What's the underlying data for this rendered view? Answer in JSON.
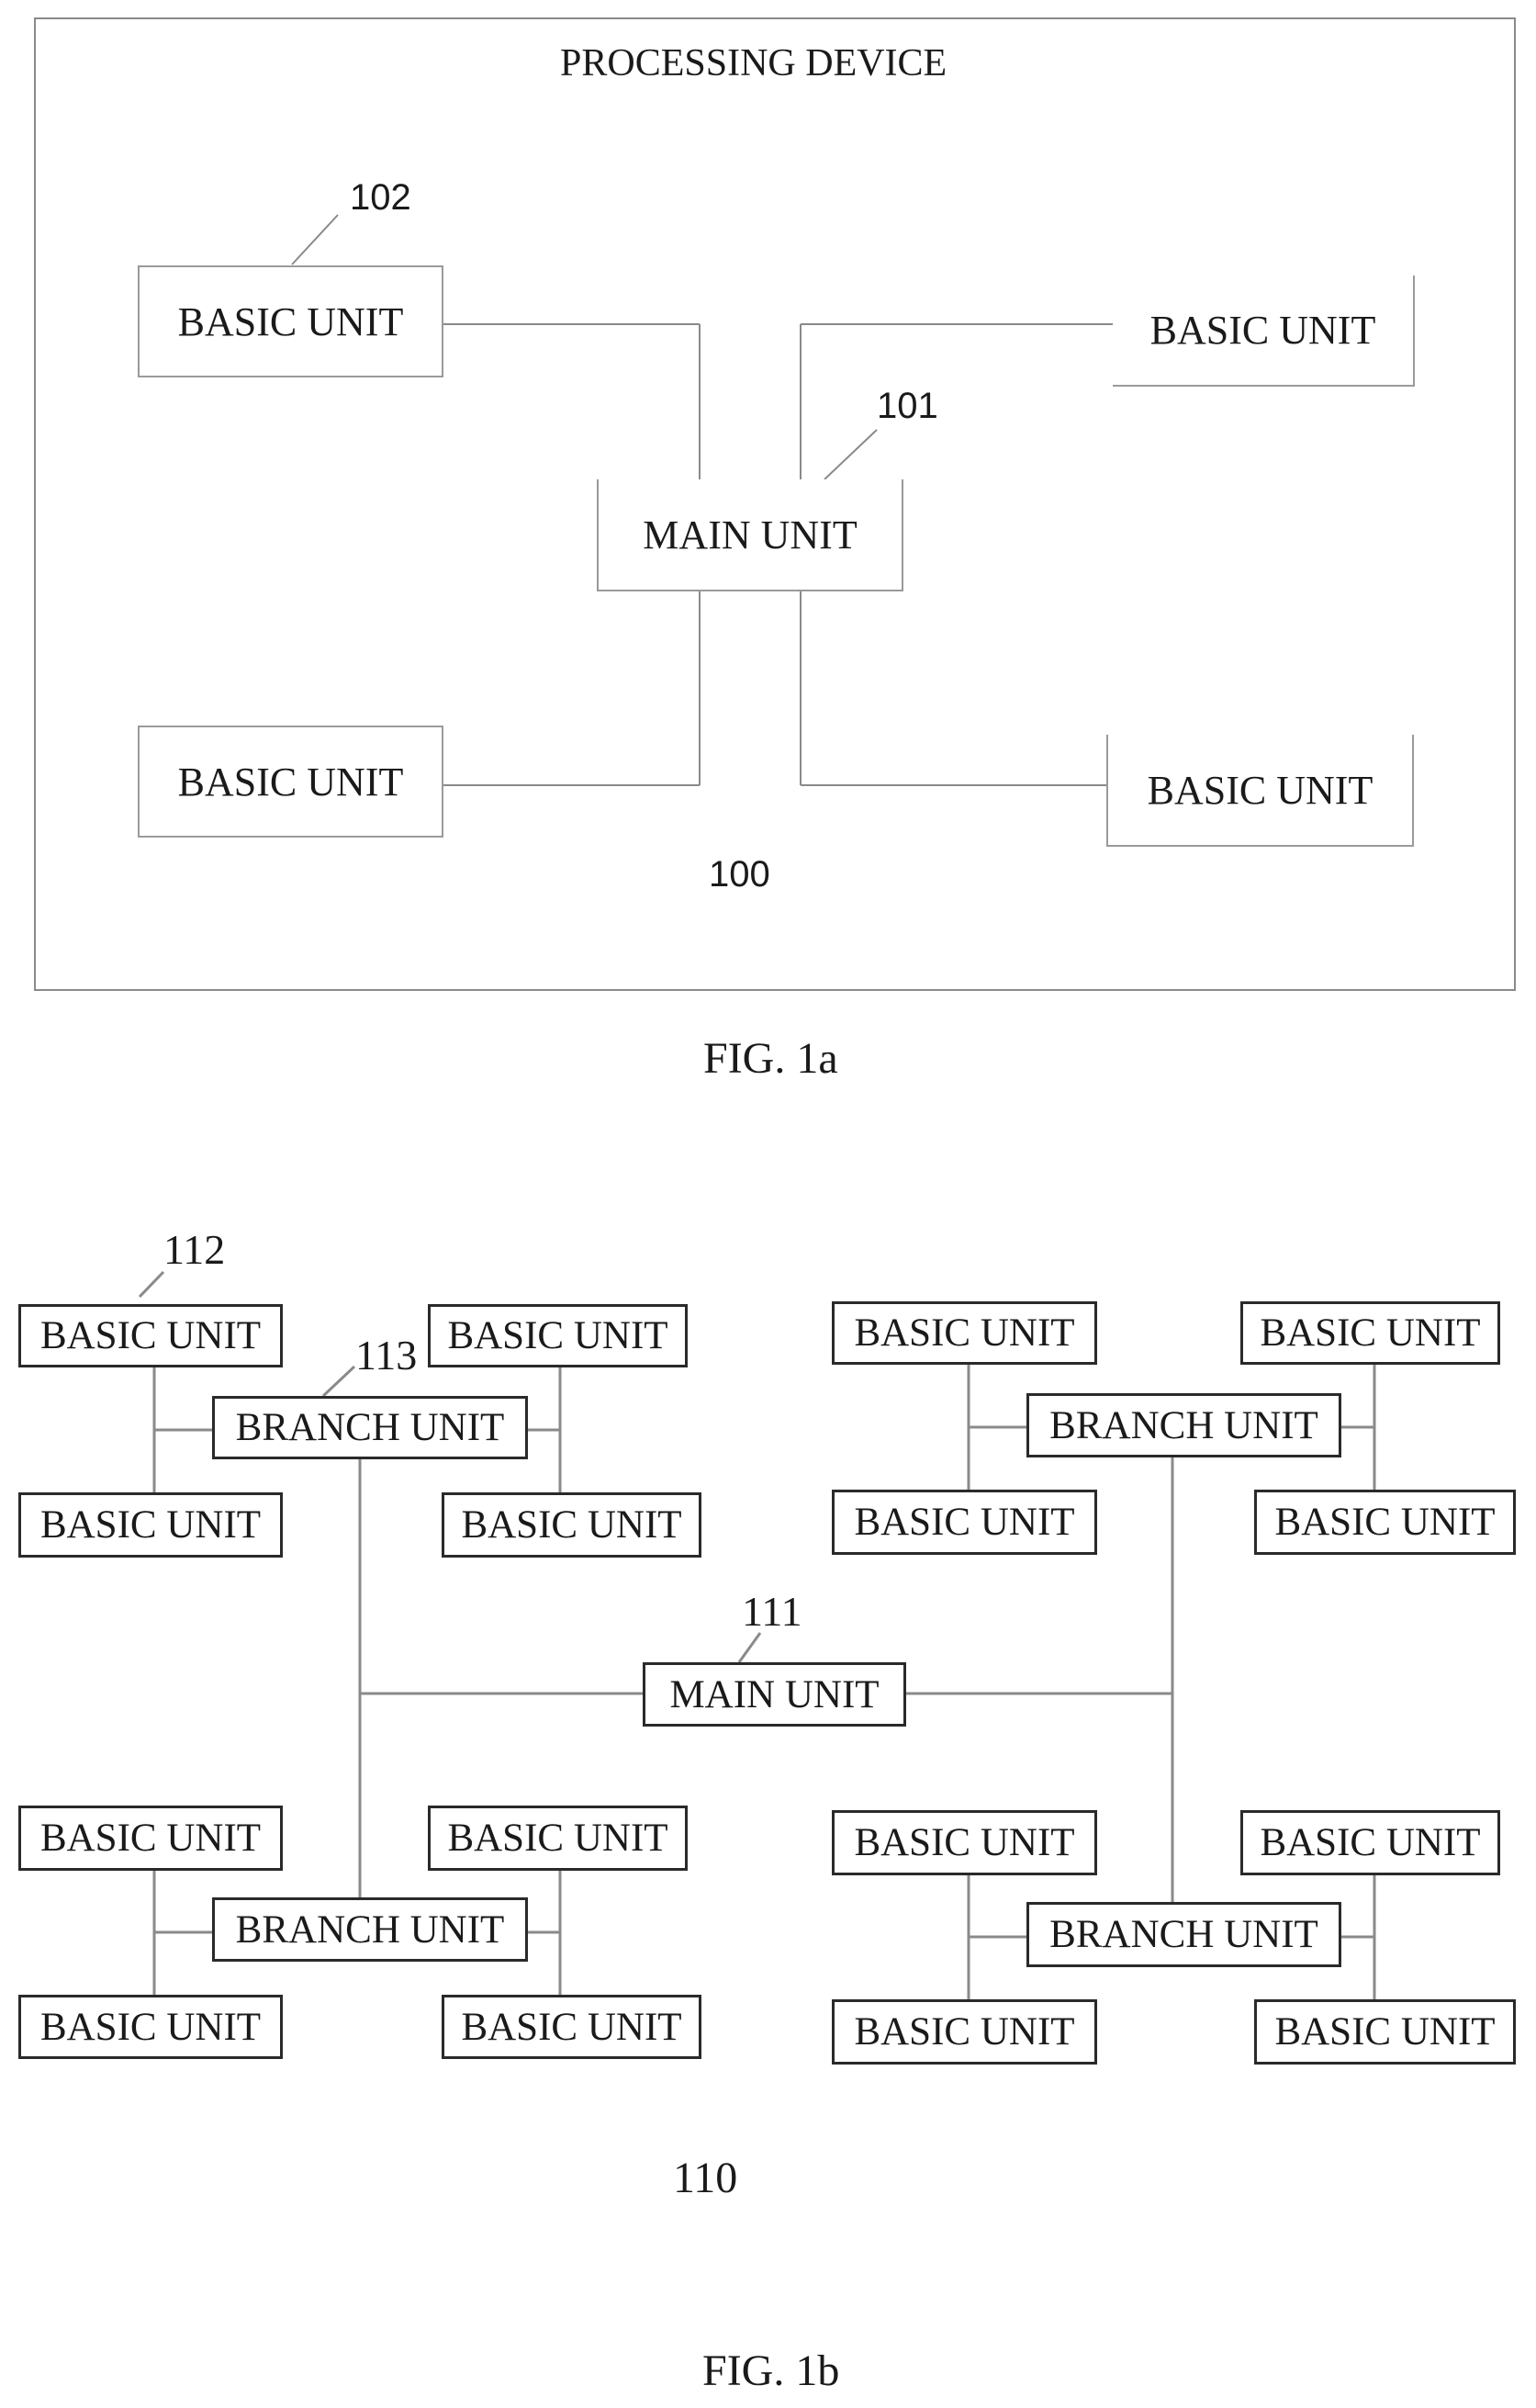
{
  "fig1a": {
    "device_title": "PROCESSING DEVICE",
    "device_ref": "100",
    "main_unit": {
      "label": "MAIN UNIT",
      "ref": "101"
    },
    "basic_units": [
      {
        "label": "BASIC UNIT",
        "ref": "102"
      },
      {
        "label": "BASIC UNIT"
      },
      {
        "label": "BASIC UNIT"
      },
      {
        "label": "BASIC UNIT"
      }
    ],
    "caption": "FIG. 1a"
  },
  "fig1b": {
    "device_ref": "110",
    "main_unit": {
      "label": "MAIN UNIT",
      "ref": "111"
    },
    "basic_ref": "112",
    "branch_ref": "113",
    "branch_label": "BRANCH UNIT",
    "basic_label": "BASIC UNIT",
    "caption": "FIG. 1b"
  }
}
